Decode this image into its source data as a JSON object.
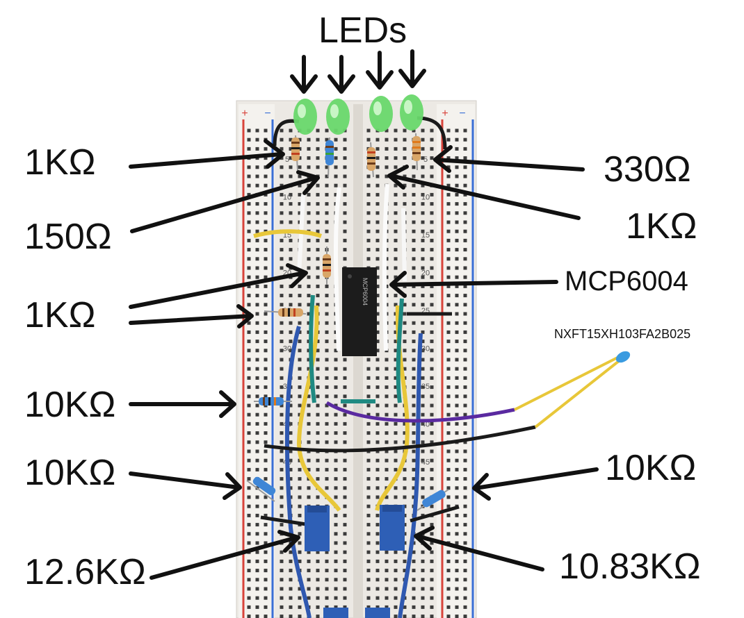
{
  "title": "LEDs",
  "left_labels": [
    "1KΩ",
    "150Ω",
    "1KΩ",
    "10KΩ",
    "10KΩ",
    "12.6KΩ"
  ],
  "right_labels": [
    "330Ω",
    "1KΩ",
    "MCP6004",
    "10KΩ",
    "10.83KΩ"
  ],
  "sensor_label": "NXFT15XH103FA2B025",
  "chip_text": "MCP6004",
  "row_numbers": [
    "5",
    "10",
    "15",
    "20",
    "25",
    "30",
    "35",
    "40",
    "45"
  ],
  "rail_signs": [
    "+",
    "−"
  ],
  "colors": {
    "board": "#ece9e4",
    "rail_red": "#d8433a",
    "rail_blue": "#3a6fd6",
    "led": "#69d86b",
    "pot": "#2e5fb6",
    "wire_yellow": "#e8c739",
    "wire_blue": "#2f58b0",
    "wire_teal": "#1f8a82",
    "wire_purple": "#5a2aa0",
    "sensor": "#3a9be0"
  }
}
